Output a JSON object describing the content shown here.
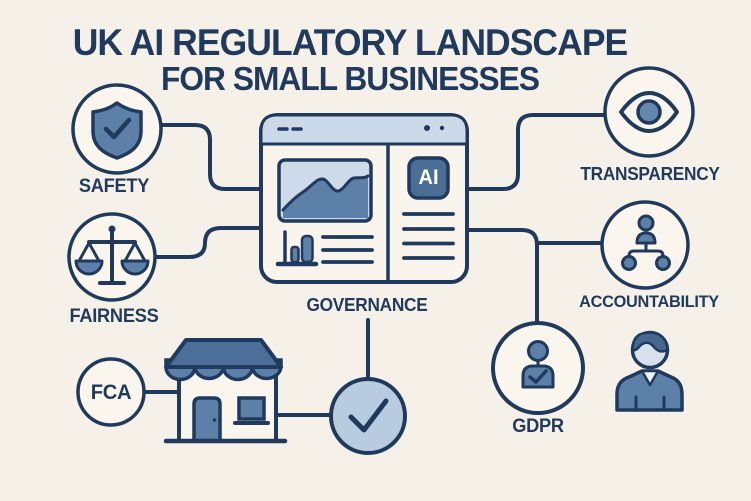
{
  "title": {
    "line1": "UK AI REGULATORY LANDSCAPE",
    "line2": "FOR SMALL BUSINESSES"
  },
  "labels": {
    "safety": "SAFETY",
    "fairness": "FAIRNESS",
    "fca": "FCA",
    "governance": "GOVERNANCE",
    "transparency": "TRANSPARENCY",
    "accountability": "ACCOUNTABILITY",
    "gdpr": "GDPR",
    "ai_badge": "AI"
  },
  "icons": {
    "safety": "shield-check-icon",
    "fairness": "scales-of-justice-icon",
    "transparency": "eye-icon",
    "accountability": "org-chart-icon",
    "gdpr": "person-check-icon",
    "governance": "browser-dashboard-icon",
    "storefront": "storefront-icon",
    "approval": "checkmark-circle-icon",
    "business_owner": "businessman-icon"
  },
  "colors": {
    "background": "#f5f1e8",
    "navy": "#1f3a5c",
    "steel_blue": "#5d80a8",
    "roof_blue": "#4c6f9a",
    "light_blue": "#ccd9e8",
    "pale_circle": "#faf6ed",
    "check_circle_fill": "#b9cbdf",
    "ai_badge_fill": "#4a6d96"
  }
}
